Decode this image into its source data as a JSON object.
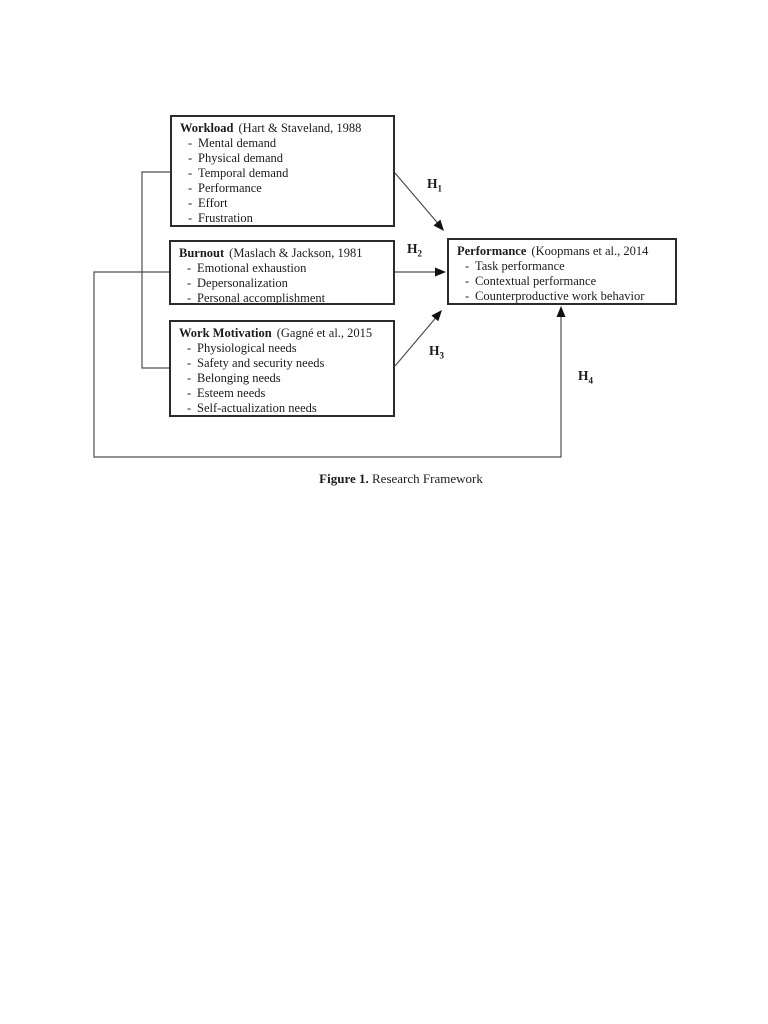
{
  "ui": {
    "bullet": "-"
  },
  "figure_caption": {
    "prefix": "Figure 1.",
    "text": " Research Framework"
  },
  "boxes": {
    "workload": {
      "title": "Workload",
      "citation": "(Hart & Staveland, 1988",
      "items": [
        "Mental demand",
        "Physical demand",
        "Temporal demand",
        "Performance",
        "Effort",
        "Frustration"
      ]
    },
    "burnout": {
      "title": "Burnout",
      "citation": "(Maslach & Jackson, 1981",
      "items": [
        "Emotional exhaustion",
        "Depersonalization",
        "Personal accomplishment"
      ]
    },
    "motivation": {
      "title": "Work Motivation",
      "citation": "(Gagné et al., 2015",
      "items": [
        "Physiological needs",
        "Safety and security needs",
        "Belonging needs",
        "Esteem needs",
        "Self-actualization needs"
      ]
    },
    "performance": {
      "title": "Performance",
      "citation": "(Koopmans et al., 2014",
      "items": [
        "Task performance",
        "Contextual performance",
        "Counterproductive work behavior"
      ]
    }
  },
  "hypotheses": {
    "h1": {
      "base": "H",
      "sub": "1"
    },
    "h2": {
      "base": "H",
      "sub": "2"
    },
    "h3": {
      "base": "H",
      "sub": "3"
    },
    "h4": {
      "base": "H",
      "sub": "4"
    }
  },
  "colors": {
    "line": "#4f4f4f",
    "border": "#2b2b2b",
    "text": "#1c1c1c",
    "arrowhead": "#111111",
    "background": "#ffffff"
  }
}
